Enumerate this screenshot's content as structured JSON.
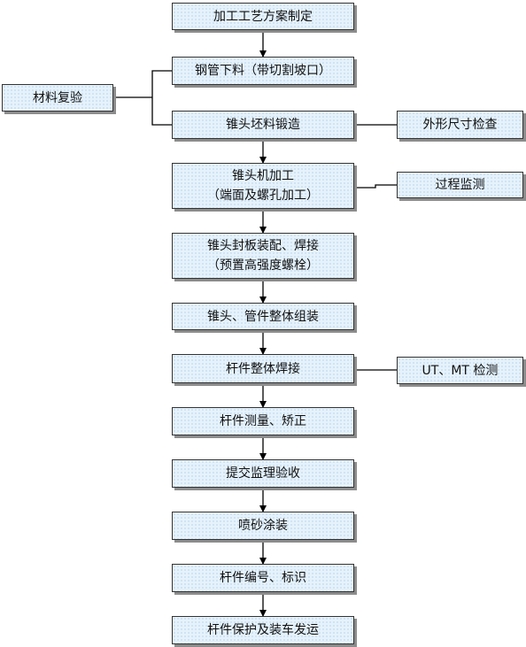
{
  "nodes": {
    "n1": "加工工艺方案制定",
    "n2": "钢管下料（带切割坡口）",
    "n3": "锥头坯料锻造",
    "n4_line1": "锥头机加工",
    "n4_line2": "（端面及螺孔加工）",
    "n5_line1": "锥头封板装配、焊接",
    "n5_line2": "（预置高强度螺栓）",
    "n6": "锥头、管件整体组装",
    "n7": "杆件整体焊接",
    "n8": "杆件测量、矫正",
    "n9": "提交监理验收",
    "n10": "喷砂涂装",
    "n11": "杆件编号、标识",
    "n12": "杆件保护及装车发运"
  },
  "side_nodes": {
    "material_check": "材料复验",
    "shape_check": "外形尺寸检查",
    "process_monitor": "过程监测",
    "ndt_check": "UT、MT 检测"
  }
}
